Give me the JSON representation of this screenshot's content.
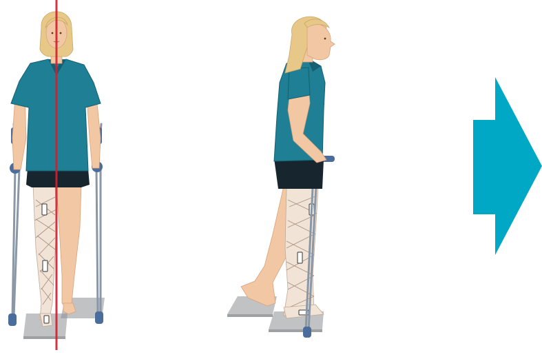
{
  "figures": [
    {
      "view": "front",
      "has_crutches": true,
      "midline_visible": true,
      "bandaged_leg": "right",
      "has_force_plates": true
    },
    {
      "view": "side",
      "has_crutches": true,
      "midline_visible": false,
      "bandaged_leg": "left",
      "has_force_plates": true
    }
  ],
  "arrow": {
    "direction": "right"
  },
  "colors": {
    "shirt": "#1f7f95",
    "shirt_shadow": "#145f71",
    "shorts": "#17262e",
    "skin": "#f2c7a3",
    "skin_shadow": "#d9a27b",
    "hair": "#e7c889",
    "bandage": "#f1e3d6",
    "crutch": "#8a97a6",
    "crutch_cuff": "#4a6d9c",
    "plate": "#8c9094",
    "midline": "#d21f2f",
    "arrow": "#00a8c6"
  }
}
